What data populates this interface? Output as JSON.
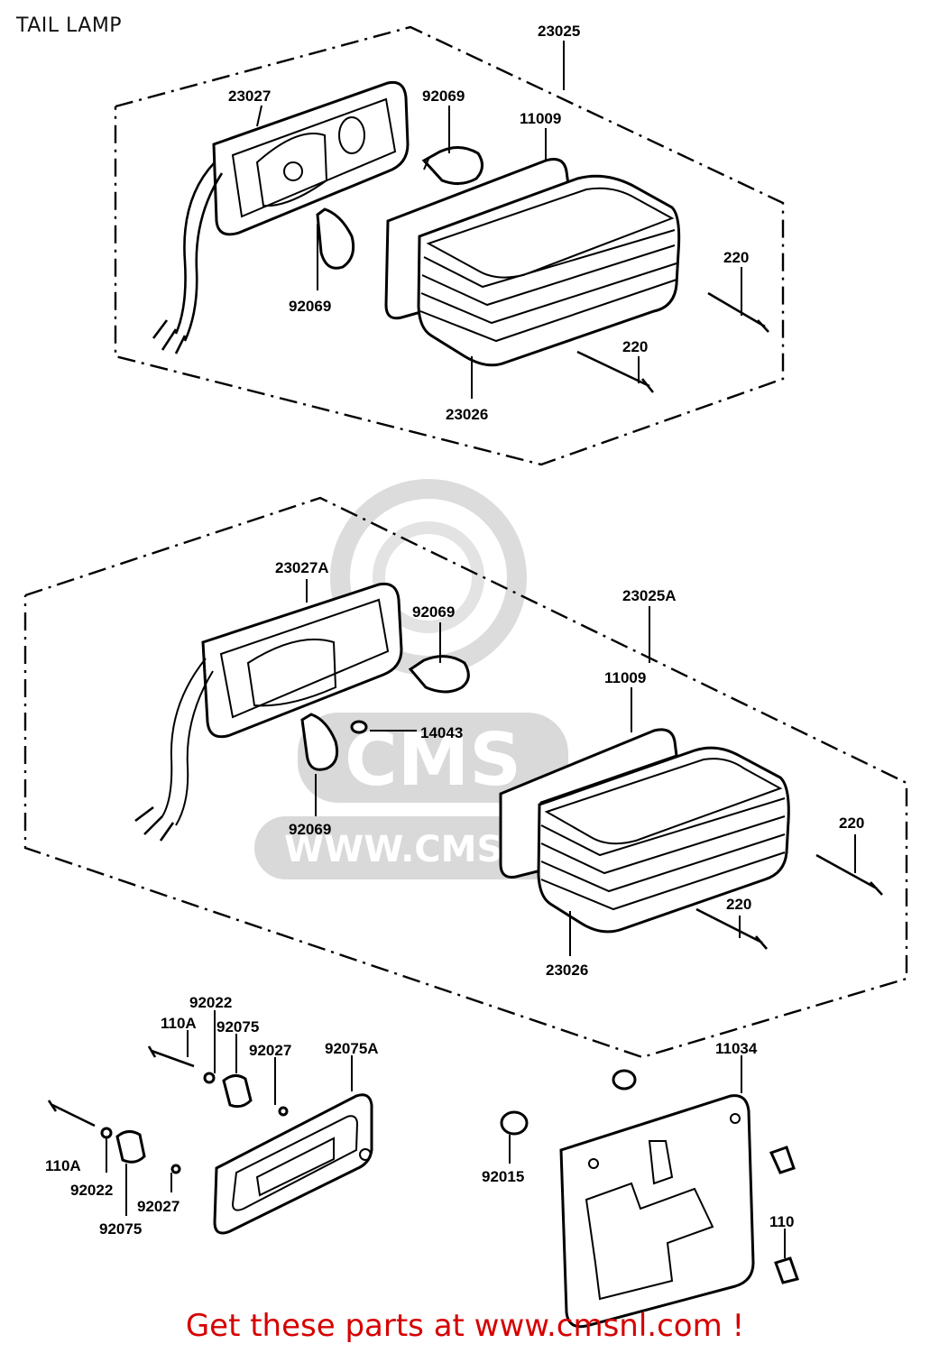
{
  "header": {
    "title": "TAIL LAMP"
  },
  "watermark": {
    "text": "WWW.CMSNL.COM",
    "logo_text": "CMS"
  },
  "callouts": {
    "a1": "23025",
    "a2": "23027",
    "a3": "92069",
    "a4": "11009",
    "a5": "92069",
    "a6": "220",
    "a7": "220",
    "a8": "23026",
    "b1": "23027A",
    "b2": "92069",
    "b3": "23025A",
    "b4": "11009",
    "b5": "14043",
    "b6": "92069",
    "b7": "220",
    "b8": "220",
    "b9": "23026",
    "c1": "92022",
    "c2": "110A",
    "c3": "92075",
    "c4": "92027",
    "c5": "92075A",
    "c6": "110A",
    "c7": "92022",
    "c8": "92027",
    "c9": "92075",
    "c10": "11034",
    "c11": "92015",
    "c12": "110"
  },
  "footer": {
    "text": "Get these parts at www.cmsnl.com !"
  }
}
